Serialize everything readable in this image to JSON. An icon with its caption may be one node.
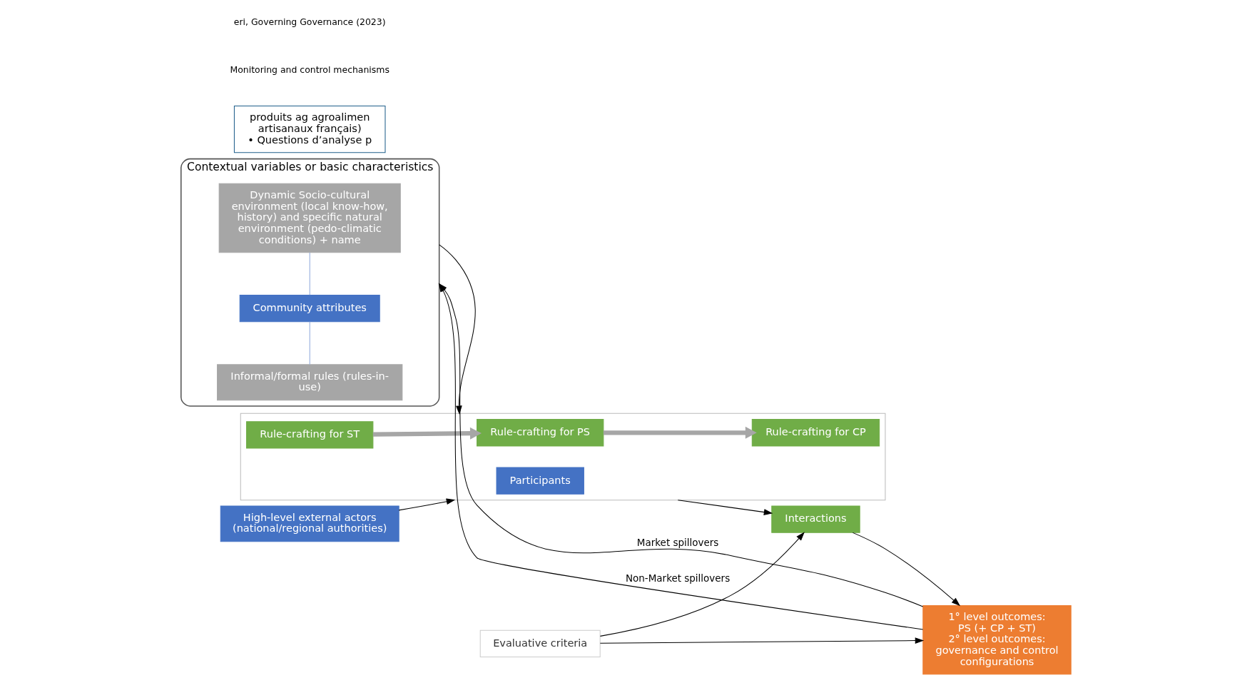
{
  "diagram": {
    "nodes": [
      {
        "text": [
          "Contextual variables or basic characteristics"
        ]
      },
      {
        "text": [
          "Dynamic Socio-cultural environment (local know-how, history) and specific natural environment (pedo-climatic conditions) + name"
        ],
        "in": 0
      },
      {
        "text": [
          "Community attributes"
        ],
        "in": 0
      },
      {
        "text": [
          "Informal/formal rules (rules-in-use)"
        ],
        "in": 0
      },
      {
        "text": [
          "High-level external actors",
          "(national/regional authorities)"
        ]
      },
      {
        "text": [],
        "shape": "box"
      },
      {
        "text": [
          "Participants"
        ],
        "in": 5
      },
      {
        "text": [
          "Rule-crafting for PS"
        ],
        "in": 5
      },
      {
        "text": [
          "Rule-crafting for CP"
        ],
        "in": 5
      },
      {
        "text": [
          "Rule-crafting for ST"
        ],
        "in": 5
      },
      {
        "text": [
          "Interactions"
        ]
      },
      {
        "text": [
          "1° level outcomes:",
          "PS (+ CP + ST)",
          "2° level outcomes:",
          "governance and control configurations"
        ]
      },
      {
        "text": [
          "Evaluative criteria"
        ]
      },
      {
        "text": [
          "produits ag agroalimen artisanaux français)",
          "• Questions d’analyse p"
        ]
      }
    ],
    "edges": [
      {
        "from": 1,
        "to": 2,
        "arrow": "none",
        "color": "#8fa9dc"
      },
      {
        "from": 2,
        "to": 3,
        "arrow": "none",
        "color": "#8fa9dc"
      },
      {
        "from": 4,
        "to": 5,
        "arrow": "to"
      },
      {
        "from": 0,
        "to": 5,
        "arrow": "to"
      },
      {
        "from": 7,
        "to": 8,
        "arrow": "to",
        "style": "thick",
        "color": "#a6a6a6"
      },
      {
        "from": 9,
        "to": 7,
        "arrow": "to",
        "style": "thick",
        "color": "#a6a6a6"
      },
      {
        "from": 5,
        "to": 10,
        "arrow": "to"
      },
      {
        "from": 10,
        "to": 11,
        "arrow": "to"
      },
      {
        "from": 12,
        "to": 10,
        "arrow": "to"
      },
      {
        "from": 12,
        "to": 11,
        "arrow": "to"
      },
      {
        "from": 11,
        "to": 0,
        "arrow": "to",
        "label": "Market spillovers"
      },
      {
        "from": 11,
        "to": 0,
        "arrow": "to",
        "label": "Non-Market spillovers"
      }
    ],
    "labels": [
      "Monitoring and control mechanisms",
      "eri, Governing Governance (2023)"
    ]
  }
}
